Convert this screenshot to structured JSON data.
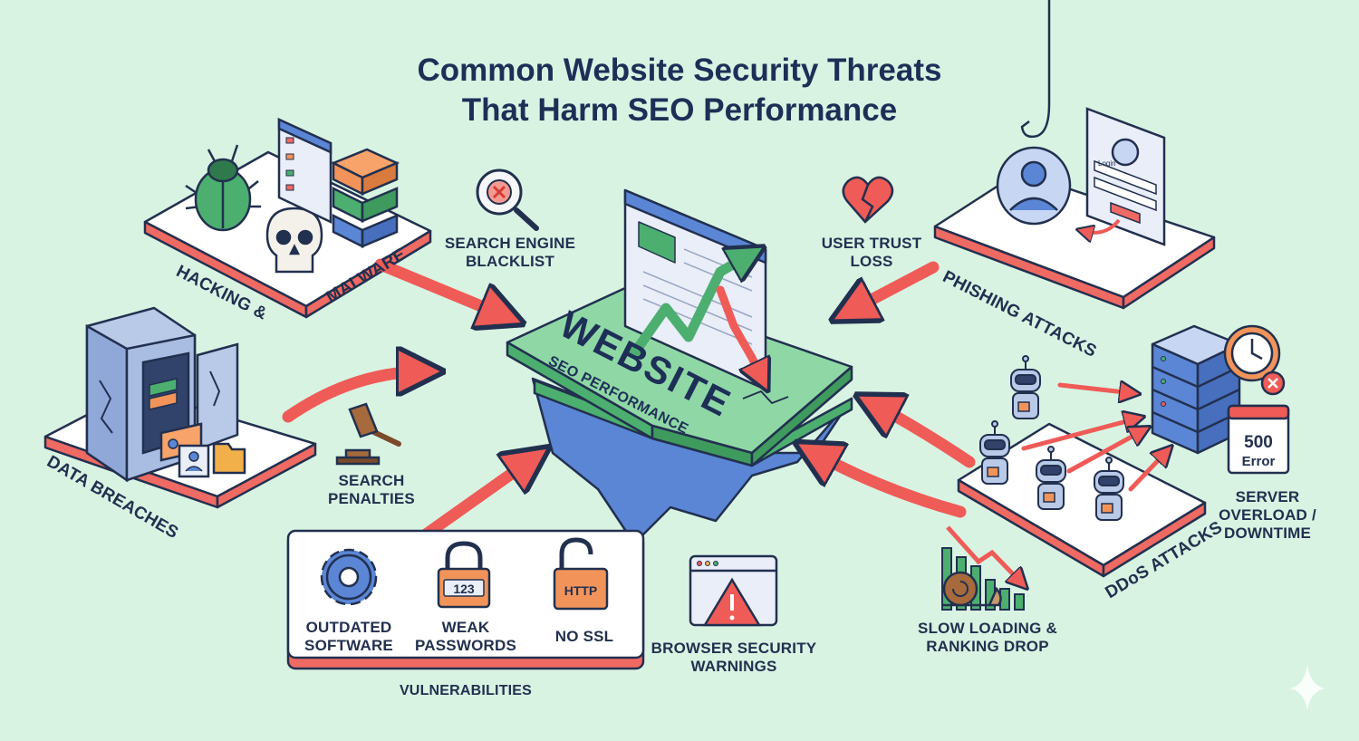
{
  "title": {
    "line1": "Common Website Security Threats",
    "line2": "That Harm SEO Performance"
  },
  "center": {
    "main": "WEBSITE",
    "sub": "SEO PERFORMANCE"
  },
  "threats": {
    "hacking_a": "HACKING &",
    "hacking_b": "MALWARE",
    "phishing": "PHISHING ATTACKS",
    "data_breaches": "DATA BREACHES",
    "ddos": "DDoS ATTACKS",
    "vulnerabilities": "VULNERABILITIES"
  },
  "impacts": {
    "blacklist_1": "SEARCH ENGINE",
    "blacklist_2": "BLACKLIST",
    "trust_1": "USER TRUST",
    "trust_2": "LOSS",
    "penalties_1": "SEARCH",
    "penalties_2": "PENALTIES",
    "browser_1": "BROWSER SECURITY",
    "browser_2": "WARNINGS",
    "slow_1": "SLOW LOADING &",
    "slow_2": "RANKING DROP",
    "server_1": "SERVER",
    "server_2": "OVERLOAD /",
    "server_3": "DOWNTIME"
  },
  "vuln_items": {
    "outdated_1": "OUTDATED",
    "outdated_2": "SOFTWARE",
    "weak_1": "WEAK",
    "weak_2": "PASSWORDS",
    "nossl": "NO SSL",
    "code": "123",
    "http": "HTTP"
  },
  "screens": {
    "error_code": "500",
    "error_word": "Error",
    "login": "Login"
  },
  "colors": {
    "background": "#d9f3e3",
    "arrow": "#ef5b57",
    "navy": "#22304f",
    "green": "#4caf6f",
    "blue": "#5b86d6",
    "orange": "#f2945a"
  }
}
